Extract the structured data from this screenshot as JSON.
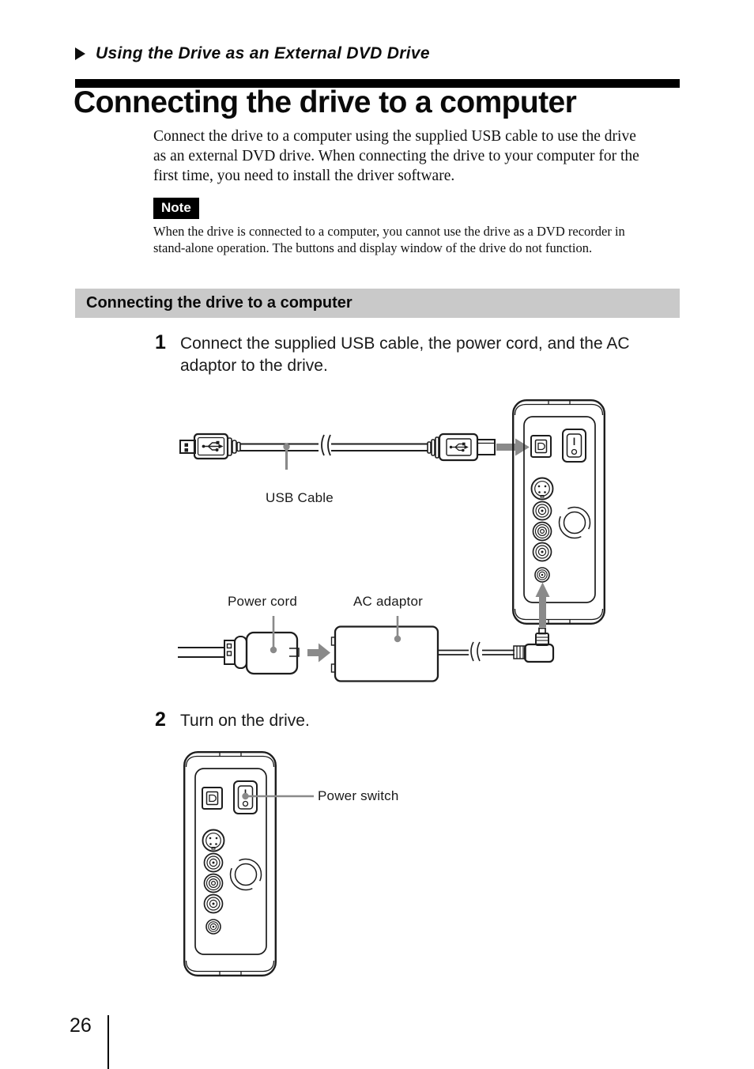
{
  "header": {
    "breadcrumb": "Using the Drive as an External DVD Drive",
    "title": "Connecting the drive to a computer"
  },
  "body": {
    "intro": "Connect the drive to a computer using the supplied USB cable to use the drive\nas an external DVD drive. When connecting the drive to your computer for the\nfirst time, you need to install the driver software.",
    "note_label": "Note",
    "note_text": "When the drive is connected to a computer, you cannot use the drive as a DVD recorder in\nstand-alone operation. The buttons and display window of the drive do not function.",
    "section_header": "Connecting the drive to a computer"
  },
  "steps": [
    {
      "number": "1",
      "text": "Connect the supplied USB cable, the power cord, and the AC\nadaptor to the drive."
    },
    {
      "number": "2",
      "text": "Turn on the drive."
    }
  ],
  "diagram1": {
    "labels": {
      "usb_cable": "USB Cable",
      "power_cord": "Power cord",
      "ac_adaptor": "AC adaptor"
    }
  },
  "diagram2": {
    "labels": {
      "power_switch": "Power switch"
    }
  },
  "footer": {
    "page_number": "26"
  },
  "colors": {
    "section_bar_gray": "#c9c9c9",
    "arrow_gray": "#8a8a8a",
    "line_art": "#1d1d1d",
    "note_badge_bg": "#000000"
  }
}
